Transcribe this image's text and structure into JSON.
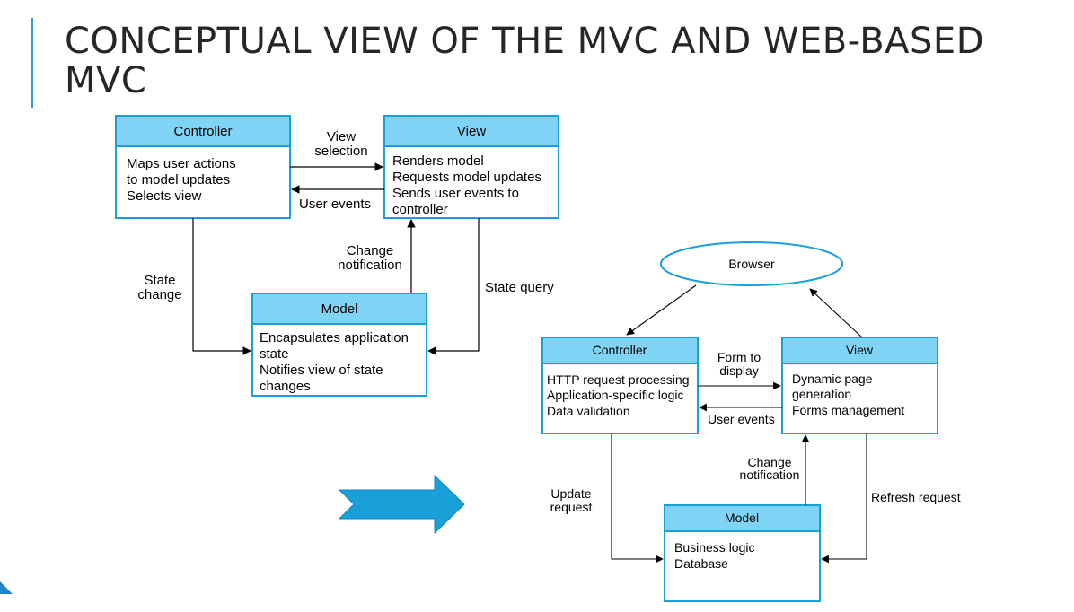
{
  "slide": {
    "title_lines": [
      "CONCEPTUAL VIEW OF THE MVC AND WEB-BASED",
      "MVC"
    ],
    "accent_color": "#2d9bd9",
    "box_header_color": "#7fd3f5",
    "box_border_color": "#1aa0d8",
    "arrow_color": "#1aa0d8"
  },
  "mvc": {
    "controller": {
      "title": "Controller",
      "lines": [
        "Maps user actions",
        "to model updates",
        "Selects view"
      ]
    },
    "view": {
      "title": "View",
      "lines": [
        "Renders model",
        "Requests model updates",
        "Sends user events to",
        "controller"
      ]
    },
    "model": {
      "title": "Model",
      "lines": [
        "Encapsulates application",
        "state",
        "Notifies view of state",
        "changes"
      ]
    },
    "labels": {
      "view_selection": [
        "View",
        "selection"
      ],
      "user_events": "User events",
      "change_notification": [
        "Change",
        "notification"
      ],
      "state_change": [
        "State",
        "change"
      ],
      "state_query": "State query"
    }
  },
  "web_mvc": {
    "browser": "Browser",
    "controller": {
      "title": "Controller",
      "lines": [
        "HTTP request processing",
        "Application-specific logic",
        "Data validation"
      ]
    },
    "view": {
      "title": "View",
      "lines": [
        "Dynamic page",
        "generation",
        "Forms management"
      ]
    },
    "model": {
      "title": "Model",
      "lines": [
        "Business logic",
        "Database"
      ]
    },
    "labels": {
      "form_to_display": [
        "Form to",
        "display"
      ],
      "user_events": "User events",
      "change_notification": [
        "Change",
        "notification"
      ],
      "update_request": [
        "Update",
        "request"
      ],
      "refresh_request": "Refresh request"
    }
  }
}
